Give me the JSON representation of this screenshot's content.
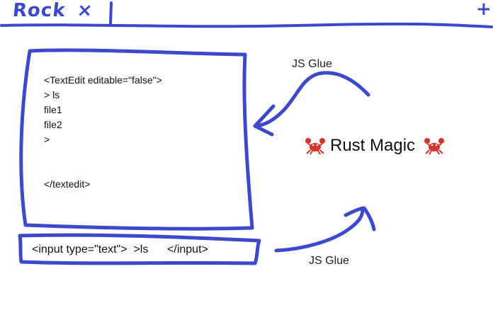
{
  "header": {
    "title": "Rock",
    "tab_close": "×",
    "new_tab": "+"
  },
  "textedit": {
    "lines": [
      "<TextEdit editable=\"false\">",
      "> ls",
      "file1",
      "file2",
      ">",
      "",
      "",
      "</textedit>"
    ]
  },
  "labels": {
    "js_glue_top": "JS Glue",
    "js_glue_bottom": "JS Glue",
    "rust_magic": "Rust Magic"
  },
  "input_box": {
    "text": "<input type=\"text\">  >ls      </input>"
  },
  "colors": {
    "ink": "#3d49cc",
    "crab": "#d6332c"
  },
  "icons": {
    "crab_left": "crab-icon",
    "crab_right": "crab-icon",
    "arrow_top": "arrow-icon",
    "arrow_bottom": "arrow-icon"
  }
}
